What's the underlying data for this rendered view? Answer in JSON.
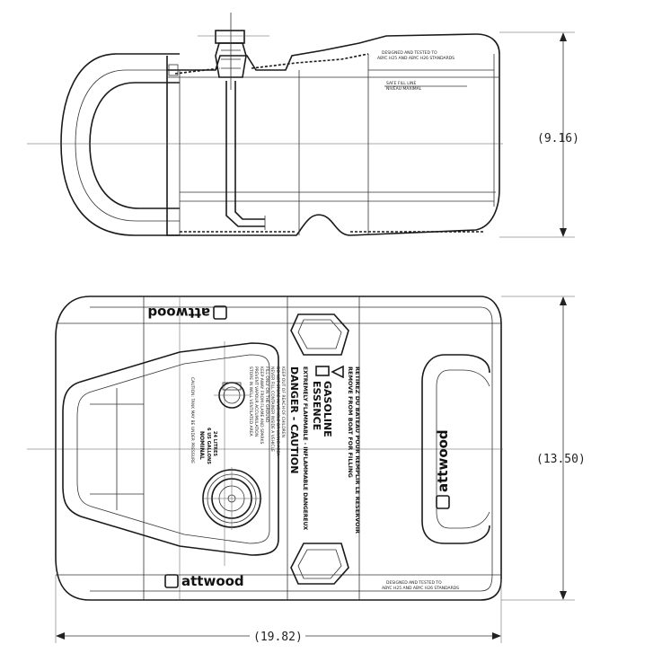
{
  "dimensions": {
    "height": "(9.16)",
    "width": "(13.50)",
    "length": "(19.82)"
  },
  "labels": {
    "brand": "attwood",
    "warning_title": "DANGER - CAUTION",
    "warning_sub": "EXTREMELY FLAMMABLE - INFLAMMABLE DANGEREUX",
    "fuel_en": "GASOLINE",
    "fuel_fr": "ESSENCE",
    "warning_remove": "REMOVE FROM BOAT FOR FILLING",
    "warning_remove_fr": "RETIREZ DU BATEAU POUR REMPLIR LE RESERVOIR",
    "capacity_title": "NOMINAL",
    "capacity_gal": "6 US GALLONS",
    "capacity_l": "24 LITRES",
    "caution_tank": "CAUTION: TANK MAY BE UNDER PRESSURE",
    "fill_line": "SAFE FILL LINE",
    "fill_line_fr": "NIVEAU MAXIMAL",
    "certified": "DESIGNED AND TESTED TO",
    "certified_sub": "ABYC H25 AND ABYC H26 STANDARDS",
    "warn_a": "KEEP OUT OF REACH OF CHILDREN",
    "warn_b": "DO NOT STORE IN VEHICLE OR LIVING AREA",
    "warn_c": "NEVER FILL CONTAINER INSIDE A VEHICLE",
    "warn_d": "FILL ONLY ON THE GROUND",
    "warn_e": "KEEP AWAY FROM FLAME AND SPARKS",
    "warn_f": "PREVENT VAPOUR ACCUMULATION",
    "warn_g": "STORE IN WELL VENTILATED AREA"
  },
  "icons": [
    "attwood-logo-icon",
    "flame-warning-icon",
    "fuel-pump-icon",
    "fuel-cap-icon",
    "vent-icon"
  ]
}
